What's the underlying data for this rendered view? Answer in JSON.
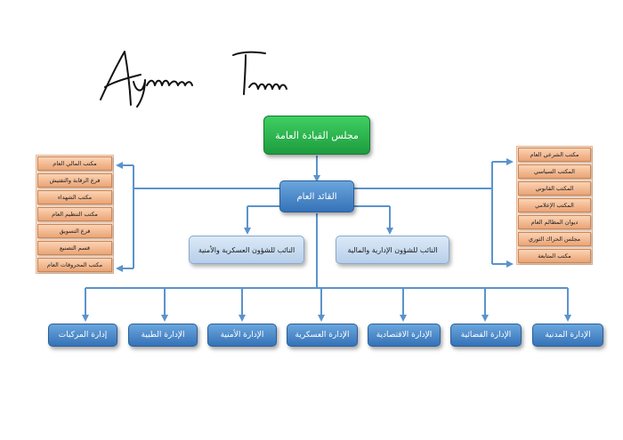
{
  "signature_text": "Ayman Taman",
  "top": {
    "label": "مجلس القيادة العامة"
  },
  "leader": {
    "label": "القائد العام"
  },
  "deputies": [
    {
      "label": "النائب للشؤون العسكرية والأمنية"
    },
    {
      "label": "النائب للشؤون الإدارية والمالية"
    }
  ],
  "left_offices": [
    {
      "label": "مكتب المالي العام"
    },
    {
      "label": "فرع الرقابة والتفتيش"
    },
    {
      "label": "مكتب الشهداء"
    },
    {
      "label": "مكتب التنظيم العام"
    },
    {
      "label": "فرع التسويق"
    },
    {
      "label": "قسم التصنيع"
    },
    {
      "label": "مكتب المحروقات العام"
    }
  ],
  "right_offices": [
    {
      "label": "مكتب الشرعي العام"
    },
    {
      "label": "المكتب السياسي"
    },
    {
      "label": "المكتب القانوني"
    },
    {
      "label": "المكتب الإعلامي"
    },
    {
      "label": "ديوان المظالم العام"
    },
    {
      "label": "مجلس الحراك الثوري"
    },
    {
      "label": "مكتب المتابعة"
    }
  ],
  "departments": [
    {
      "label": "إدارة المركبات"
    },
    {
      "label": "الإدارة الطبية"
    },
    {
      "label": "الإدارة الأمنية"
    },
    {
      "label": "الإدارة العسكرية"
    },
    {
      "label": "الإدارة الاقتصادية"
    },
    {
      "label": "الإدارة القضائية"
    },
    {
      "label": "الإدارة المدنية"
    }
  ],
  "colors": {
    "connector": "#5b93cc",
    "green": "#2bb04f",
    "blue": "#4a87c9",
    "orange": "#f2b98f"
  }
}
